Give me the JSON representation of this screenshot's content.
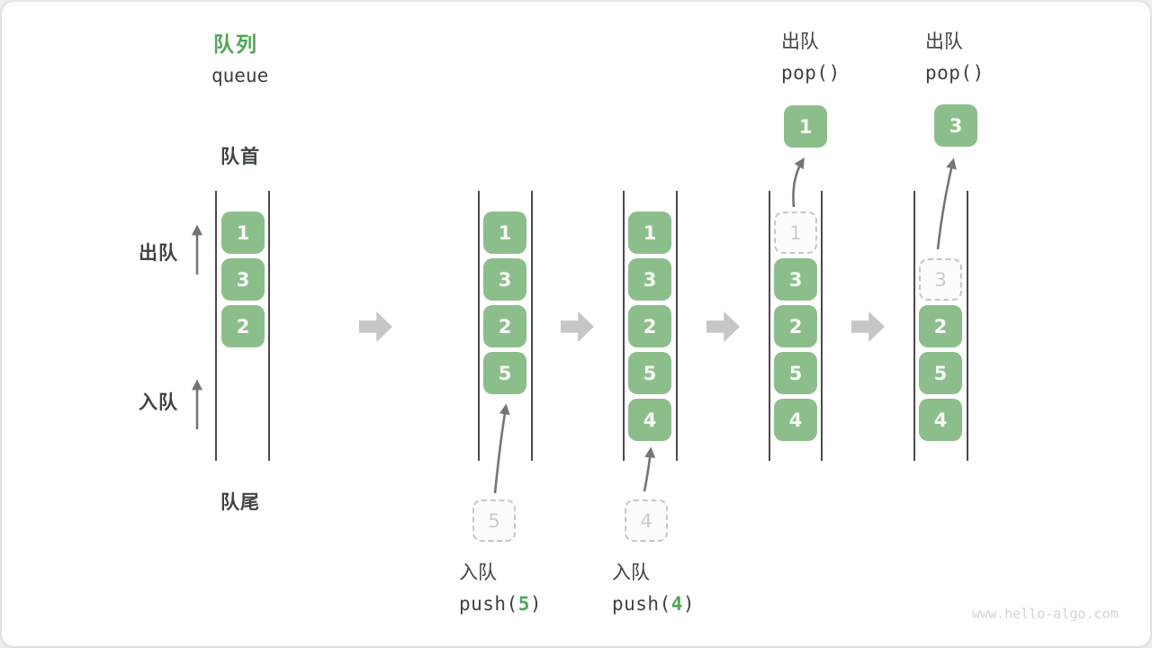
{
  "title": {
    "zh": "队列",
    "en": "queue"
  },
  "side_labels": {
    "front": "队首",
    "rear": "队尾",
    "dequeue": "出队",
    "enqueue": "入队"
  },
  "states": [
    {
      "cells": [
        "1",
        "3",
        "2"
      ]
    },
    {
      "cells": [
        "1",
        "3",
        "2",
        "5"
      ],
      "incoming": "5"
    },
    {
      "cells": [
        "1",
        "3",
        "2",
        "5",
        "4"
      ],
      "incoming": "4"
    },
    {
      "ghost": "1",
      "cells": [
        "3",
        "2",
        "5",
        "4"
      ],
      "popped": "1"
    },
    {
      "ghost": "3",
      "cells": [
        "2",
        "5",
        "4"
      ],
      "popped": "3"
    }
  ],
  "operations": {
    "push5": {
      "action": "入队",
      "fn_open": "push(",
      "arg": "5",
      "fn_close": ")"
    },
    "push4": {
      "action": "入队",
      "fn_open": "push(",
      "arg": "4",
      "fn_close": ")"
    },
    "pop1": {
      "action": "出队",
      "fn": "pop()"
    },
    "pop2": {
      "action": "出队",
      "fn": "pop()"
    }
  },
  "colors": {
    "accent_green": "#4FA558",
    "box_green": "#8CBE8C",
    "dark_text": "#3E4347",
    "block_arrow_gray": "#C6C6C6",
    "thin_arrow_gray": "#757575"
  },
  "watermark": "www.hello-algo.com"
}
